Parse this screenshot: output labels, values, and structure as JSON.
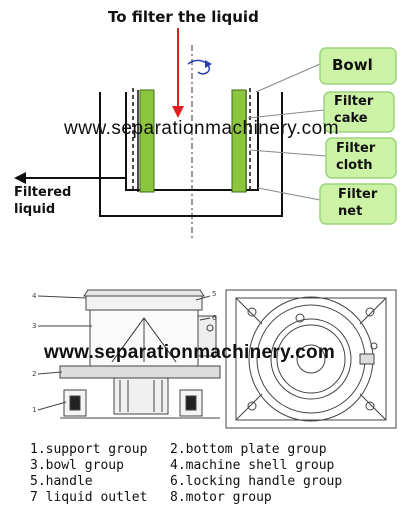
{
  "top_diagram": {
    "title": "To filter the liquid",
    "callouts": {
      "bowl": "Bowl",
      "filter_cake": [
        "Filter",
        "cake"
      ],
      "filter_cloth": [
        "Filter",
        "cloth"
      ],
      "filter_net": [
        "Filter",
        "net"
      ]
    },
    "filtered_liquid": [
      "Filtered",
      "liquid"
    ],
    "colors": {
      "callout_fill": "#ccf2a6",
      "callout_border": "#9bd37b",
      "cake_green": "#8cc63f",
      "arrow_red": "#e02020"
    }
  },
  "watermarks": [
    "www.separationmachinery.com",
    "www.separationmachinery.com"
  ],
  "bottom_diagram": {
    "legend": [
      [
        "1.support group",
        "2.bottom plate group"
      ],
      [
        "3.bowl group",
        "4.machine shell group"
      ],
      [
        "5.handle",
        "6.locking handle group"
      ],
      [
        "7 liquid outlet",
        "8.motor group"
      ]
    ],
    "part_numbers": [
      "4",
      "3",
      "2",
      "1",
      "5",
      "6"
    ]
  }
}
